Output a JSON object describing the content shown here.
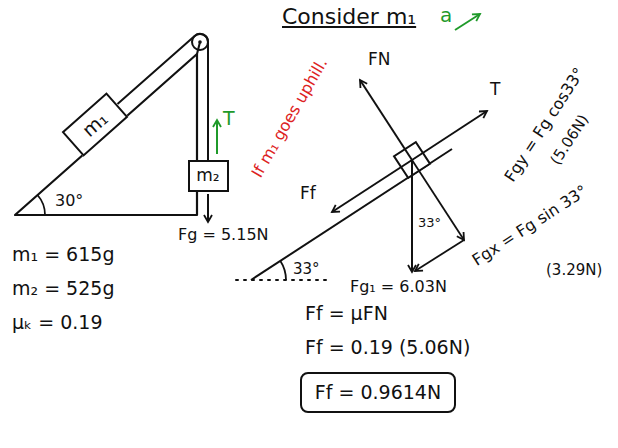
{
  "diagram": {
    "nodes": [
      {
        "text": [
          "m₁"
        ]
      },
      {
        "text": [
          "m₂"
        ]
      },
      {
        "text": [
          "Ff = 0.9614N"
        ]
      }
    ],
    "edges": [
      {
        "from": 0,
        "to": 1,
        "arrow": "none"
      }
    ],
    "labels": [
      "30°",
      "T",
      "Fg = 5.15N",
      "m₁ = 615g",
      "m₂ = 525g",
      "μₖ = 0.19",
      "Consider m₁",
      "a",
      "FN",
      "T",
      "If m₁ goes uphill.",
      "Ff",
      "Fgy = Fg cos33°",
      "(5.06N)",
      "Fgx = Fg sin 33°",
      "(3.29N)",
      "33°",
      "33°",
      "Fg₁ = 6.03N",
      "Ff = μFN",
      "Ff = 0.19 (5.06N)"
    ]
  }
}
